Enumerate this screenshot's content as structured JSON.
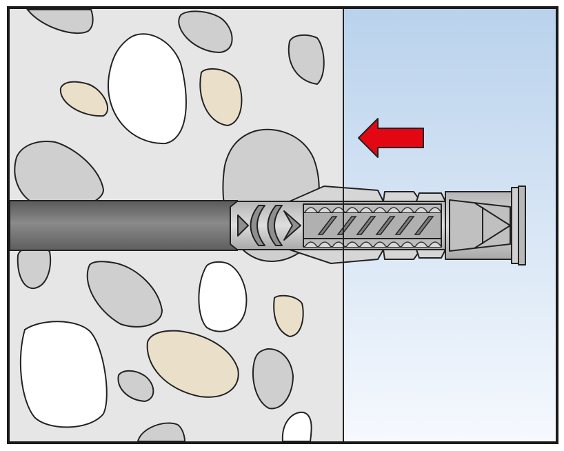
{
  "diagram": {
    "step": "insert-plug-into-drilled-hole",
    "arrow_direction": "left",
    "colors": {
      "frame": "#1a1a1a",
      "concrete": "#e6e6e6",
      "stone_grey": "#cfcfcf",
      "stone_white": "#ffffff",
      "stone_tan": "#eadfc9",
      "sky_top": "#b9d2ec",
      "sky_bottom": "#f6f9fe",
      "hole": "#7a7a7a",
      "plug": "#c8c8c8",
      "plug_dark": "#9d9d9d",
      "arrow": "#e30613"
    },
    "icons": [
      "concrete-wall",
      "drill-hole",
      "wall-plug",
      "insert-arrow-icon"
    ]
  }
}
